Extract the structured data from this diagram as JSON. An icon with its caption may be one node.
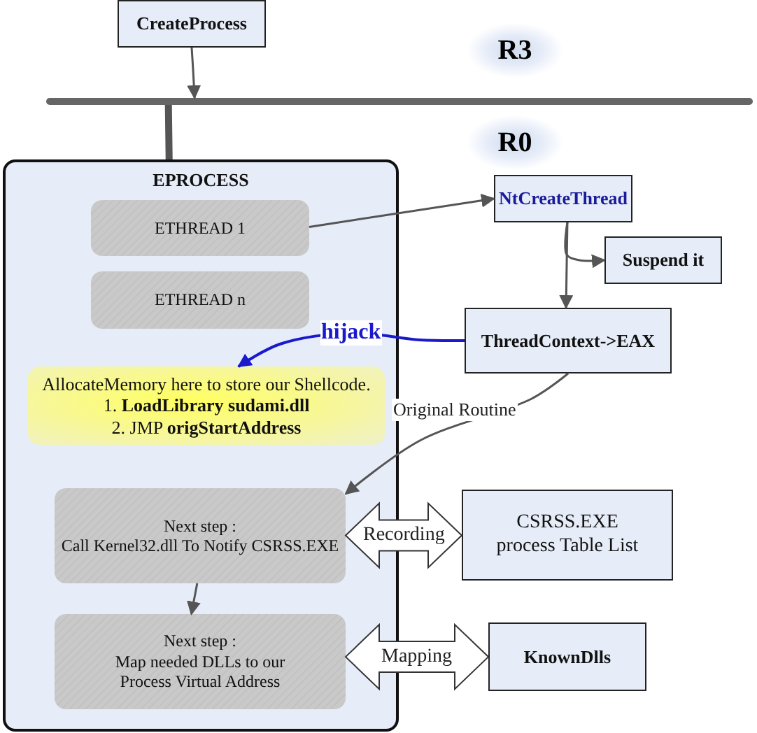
{
  "diagram": {
    "nodes": [
      {
        "text": [
          "CreateProcess"
        ]
      },
      {
        "text": [],
        "shape": "bar"
      },
      {
        "text": [
          "EPROCESS"
        ]
      },
      {
        "text": [
          "ETHREAD 1"
        ],
        "in": 2
      },
      {
        "text": [
          "ETHREAD n"
        ],
        "in": 2
      },
      {
        "text": [
          "AllocateMemory here to store our Shellcode.",
          "1. **LoadLibrary  sudami.dll**",
          "2. JMP **origStartAddress**"
        ],
        "in": 2
      },
      {
        "text": [
          "Next  step :",
          "Call Kernel32.dll To Notify CSRSS.EXE"
        ],
        "in": 2
      },
      {
        "text": [
          "Next  step :",
          "Map needed DLLs to our Process Virtual Address"
        ],
        "in": 2
      },
      {
        "text": [
          "NtCreateThread"
        ]
      },
      {
        "text": [
          "Suspend it"
        ]
      },
      {
        "text": [
          "ThreadContext->EAX"
        ]
      },
      {
        "text": [
          "CSRSS.EXE",
          "process Table List"
        ]
      },
      {
        "text": [
          "KnownDlls"
        ]
      }
    ],
    "edges": [
      {
        "from": 0,
        "to": 1,
        "arrow": "to"
      },
      {
        "from": 1,
        "to": 2,
        "arrow": "none",
        "style": "thick"
      },
      {
        "from": 3,
        "to": 8,
        "arrow": "to"
      },
      {
        "from": 8,
        "to": 9,
        "arrow": "to"
      },
      {
        "from": 8,
        "to": 10,
        "arrow": "to"
      },
      {
        "from": 10,
        "to": 5,
        "arrow": "to",
        "label": "hijack",
        "color": "#1a1acc"
      },
      {
        "from": 10,
        "to": 6,
        "arrow": "to",
        "label": "Original   Routine"
      },
      {
        "from": 6,
        "to": 7,
        "arrow": "to"
      },
      {
        "from": 6,
        "to": 11,
        "arrow": "both",
        "style": "thick",
        "label": "Recording"
      },
      {
        "from": 7,
        "to": 12,
        "arrow": "both",
        "style": "thick",
        "label": "Mapping"
      }
    ],
    "labels": [
      "R3",
      "R0"
    ]
  }
}
